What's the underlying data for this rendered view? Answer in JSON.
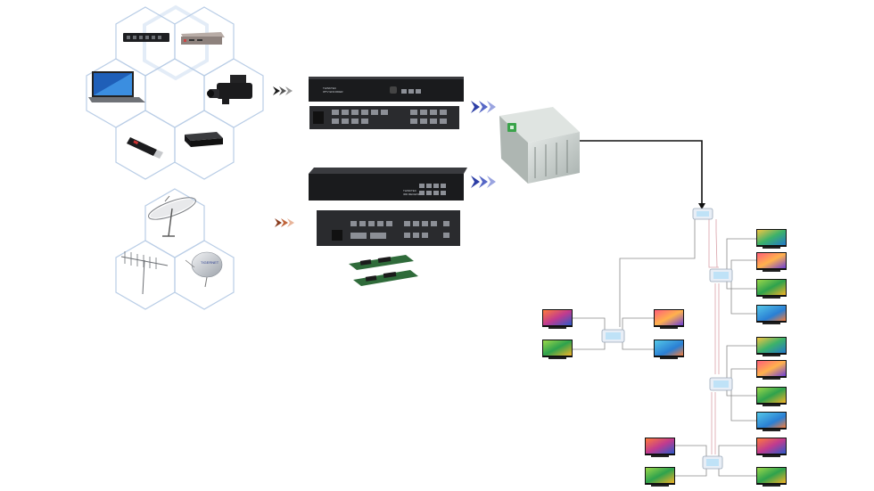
{
  "diagram": {
    "sources_cluster": {
      "items": [
        "network-switch-icon",
        "mini-pc-icon",
        "laptop-icon",
        "camcorder-icon",
        "usb-drive-icon",
        "set-top-box-icon"
      ]
    },
    "antenna_cluster": {
      "items": [
        "satellite-dish-icon",
        "yagi-antenna-icon",
        "satellite-dish-small-icon"
      ],
      "dish_badge_text": "TIGERNET"
    },
    "headend_top": {
      "label": "THINKTEC",
      "model": "IPTV ENCODER"
    },
    "headend_bottom": {
      "label": "THINKTEC",
      "model": "IRD RECEIVER"
    },
    "colors": {
      "arrow_black": "#1b1b1b",
      "arrow_blue": "#2c3ea6",
      "arrow_brown": "#8a3d1f",
      "hex_outline": "#b9cde6",
      "amplifier_body": "#cfd5d2",
      "amplifier_badge": "#3aa34a"
    }
  }
}
